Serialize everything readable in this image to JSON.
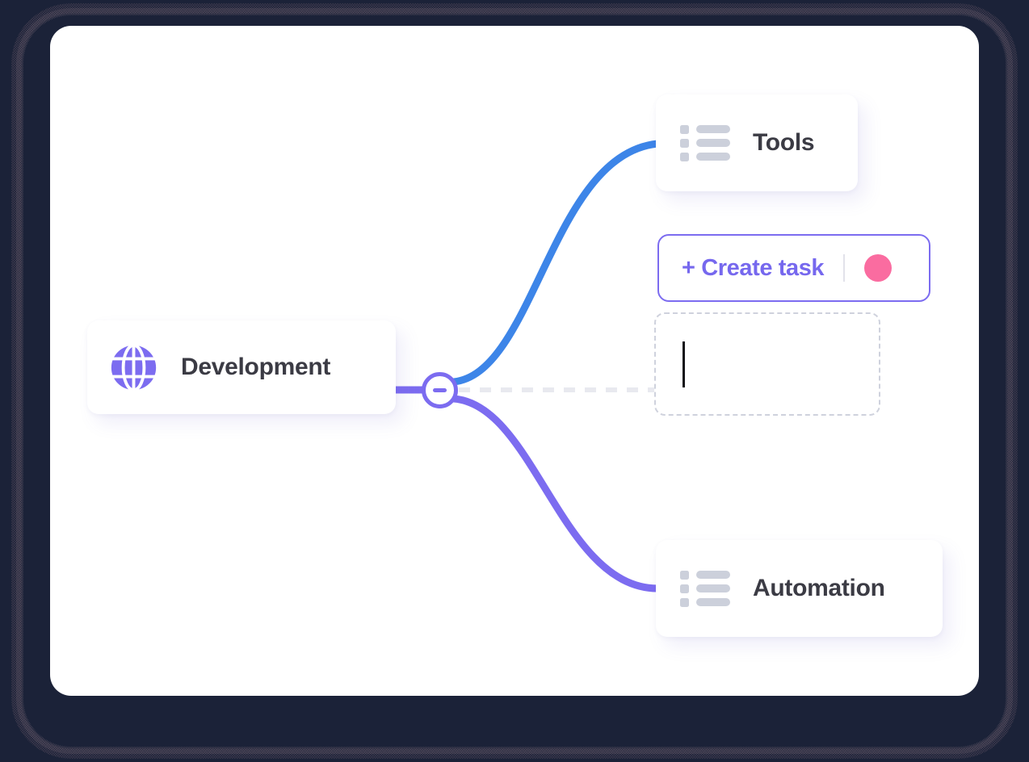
{
  "theme": {
    "frame_background": "#1b2238",
    "canvas_background": "#ffffff",
    "accent_purple": "#7c6cf0",
    "accent_blue": "#3d85e8",
    "accent_pink": "#fa6ca0",
    "text_dark": "#3b3b44",
    "icon_gray": "#ccd0db",
    "dashed_border": "#cfd2dd"
  },
  "mindmap": {
    "root": {
      "label": "Development",
      "icon": "globe-icon"
    },
    "collapse_toggle": {
      "state": "expanded",
      "glyph": "minus"
    },
    "children": [
      {
        "label": "Tools",
        "icon": "list-icon",
        "connector_color": "#3d85e8",
        "connector_style": "solid"
      },
      {
        "label": "Automation",
        "icon": "list-icon",
        "connector_color": "#7c6cf0",
        "connector_style": "solid"
      }
    ],
    "pending_branch": {
      "connector_color": "#e8e9ef",
      "connector_style": "dashed"
    }
  },
  "create_task_button": {
    "label": "+ Create task",
    "color_dot": "#fa6ca0"
  },
  "new_node_input": {
    "value": "",
    "placeholder": "",
    "caret_visible": true
  }
}
